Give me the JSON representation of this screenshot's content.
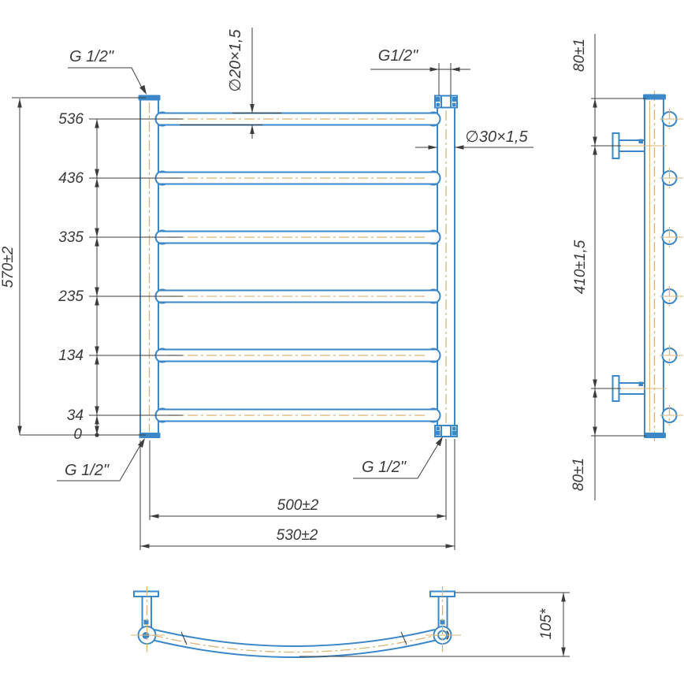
{
  "drawing": {
    "front": {
      "total_height": "570±2",
      "levels": [
        "536",
        "436",
        "335",
        "235",
        "134",
        "34",
        "0"
      ],
      "rail_diameter": "∅20×1,5",
      "collector_diameter": "∅30×1,5",
      "thread_top_left": "G 1/2\"",
      "thread_top_right": "G1/2\"",
      "thread_bottom_left": "G 1/2\"",
      "thread_bottom_right": "G 1/2\"",
      "center_distance": "500±2",
      "overall_width": "530±2"
    },
    "side": {
      "top_bracket_offset": "80±1",
      "bracket_distance": "410±1,5",
      "bottom_bracket_offset": "80±1"
    },
    "bottom": {
      "depth": "105*"
    },
    "colors": {
      "pipe": "#3b87c8",
      "centerline": "#d8b478",
      "dimension": "#3d3d3d"
    }
  }
}
